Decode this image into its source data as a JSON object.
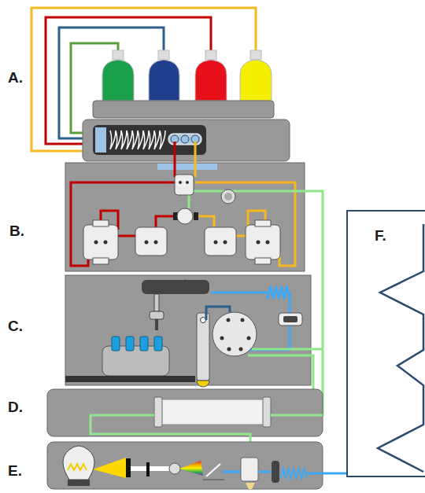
{
  "diagram": {
    "nodes": [
      {
        "text": [
          "F."
        ]
      }
    ],
    "labels": [
      "A.",
      "B.",
      "C.",
      "D.",
      "E."
    ]
  }
}
